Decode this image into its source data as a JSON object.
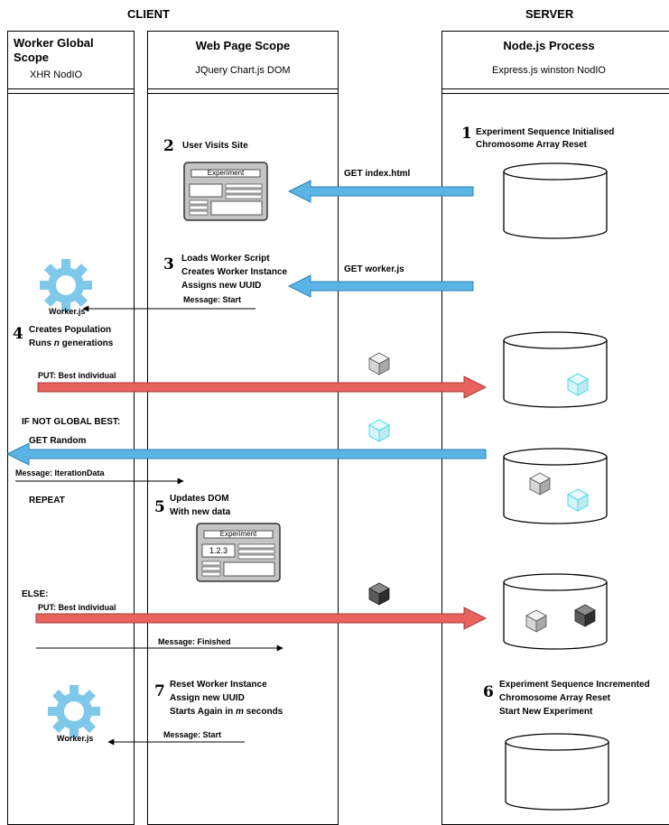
{
  "headers": {
    "client": "CLIENT",
    "server": "SERVER"
  },
  "lanes": {
    "worker": {
      "title": "Worker Global Scope",
      "title_line1": "Worker Global",
      "title_line2": "Scope",
      "libs": "XHR  NodIO"
    },
    "web": {
      "title": "Web Page Scope",
      "libs": "JQuery  Chart.js  DOM"
    },
    "node": {
      "title": "Node.js Process",
      "libs": "Express.js   winston   NodIO"
    }
  },
  "steps": {
    "s1": {
      "num": "1",
      "line1": "Experiment Sequence Initialised",
      "line2": "Chromosome Array Reset"
    },
    "s2": {
      "num": "2",
      "line1": "User Visits Site"
    },
    "s3": {
      "num": "3",
      "line1": "Loads Worker Script",
      "line2": "Creates Worker Instance",
      "line3": "Assigns new UUID"
    },
    "s4": {
      "num": "4",
      "line1": "Creates Population",
      "line2_pre": "Runs ",
      "line2_em": "n",
      "line2_post": " generations"
    },
    "s5": {
      "num": "5",
      "line1": "Updates DOM",
      "line2": "With new data"
    },
    "s6": {
      "num": "6",
      "line1": "Experiment Sequence Incremented",
      "line2": "Chromosome Array Reset",
      "line3": "Start New Experiment"
    },
    "s7": {
      "num": "7",
      "line1": "Reset Worker Instance",
      "line2": "Assign new  UUID",
      "line3_pre": "Starts Again in ",
      "line3_em": "m",
      "line3_post": " seconds"
    }
  },
  "arrows": {
    "get_index": "GET index.html",
    "get_worker": "GET worker.js",
    "msg_start_1": "Message: Start",
    "put_best_1": "PUT: Best individual",
    "get_random": "GET Random",
    "msg_iteration": "Message: IterationData",
    "put_best_2": "PUT: Best individual",
    "msg_finished": "Message: Finished",
    "msg_start_2": "Message: Start"
  },
  "labels": {
    "if_not_global_best": "IF NOT GLOBAL BEST:",
    "repeat": "REPEAT",
    "else": "ELSE:",
    "worker_js_1": "Worker.js",
    "worker_js_2": "Worker.js",
    "experiment_1": "Experiment",
    "experiment_2": "Experiment",
    "version": "1.2.3"
  },
  "colors": {
    "blue_arrow": "#5ab4e6",
    "red_arrow": "#e8625e",
    "gear": "#7ec8ea",
    "cube_cyan": "#5fe3ee",
    "cube_dark": "#3c3c3c",
    "cube_light": "#d8d8d8"
  }
}
